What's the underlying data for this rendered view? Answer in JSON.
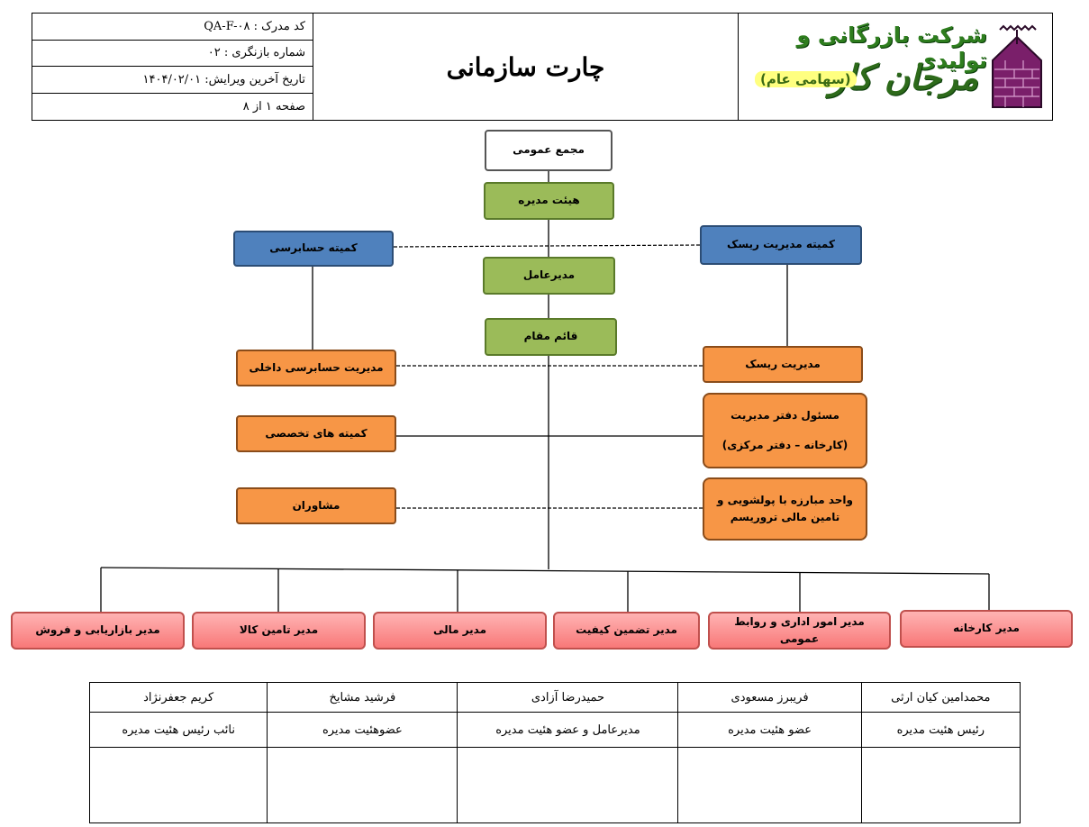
{
  "header": {
    "doc_code": "کد مدرک : QA-F-۰۸",
    "revision": "شماره بازنگری : ۰۲",
    "last_edit": "تاریخ آخرین ویرایش: ۱۴۰۴/۰۲/۰۱",
    "page": "صفحه  ۱  از  ۸",
    "title": "چارت سازمانی",
    "company_line1": "شرکت بازرگانی و تولیدی",
    "company_line2": "مرجان کار",
    "company_line3": "(سهامی عام)"
  },
  "colors": {
    "green": "#9bbb59",
    "blue": "#4f81bd",
    "orange": "#f79646",
    "pink": "#f87878"
  },
  "chart": {
    "general_assembly": "مجمع عمومی",
    "board": "هیئت مدیره",
    "ceo": "مدیرعامل",
    "deputy": "قائم مقام",
    "audit_committee": "کمیته حسابرسی",
    "risk_committee": "کمیته مدیریت ریسک",
    "internal_audit": "مدیریت حسابرسی داخلی",
    "risk_management": "مدیریت ریسک",
    "specialized_committees": "کمیته های تخصصی",
    "office_line1": "مسئول دفتر مدیریت",
    "office_line2": "(کارخانه – دفتر مرکزی)",
    "advisors": "مشاوران",
    "aml_line1": "واحد مبارزه با پولشویی و",
    "aml_line2": "تامین مالی تروریسم",
    "managers": [
      "مدیر کارخانه",
      "مدیر امور اداری و روابط عمومی",
      "مدیر تضمین کیفیت",
      "مدیر مالی",
      "مدیر تامین کالا",
      "مدیر بازاریابی و فروش"
    ]
  },
  "signatures": [
    {
      "name": "محمدامین کیان ارثی",
      "role": "رئیس هئیت مدیره"
    },
    {
      "name": "فریبرز مسعودی",
      "role": "عضو هئیت مدیره"
    },
    {
      "name": "حمیدرضا آزادی",
      "role": "مدیرعامل و عضو هئیت مدیره"
    },
    {
      "name": "فرشید مشایخ",
      "role": "عضوهئیت مدیره"
    },
    {
      "name": "کریم جعفرنژاد",
      "role": "نائب رئیس هئیت مدیره"
    }
  ]
}
